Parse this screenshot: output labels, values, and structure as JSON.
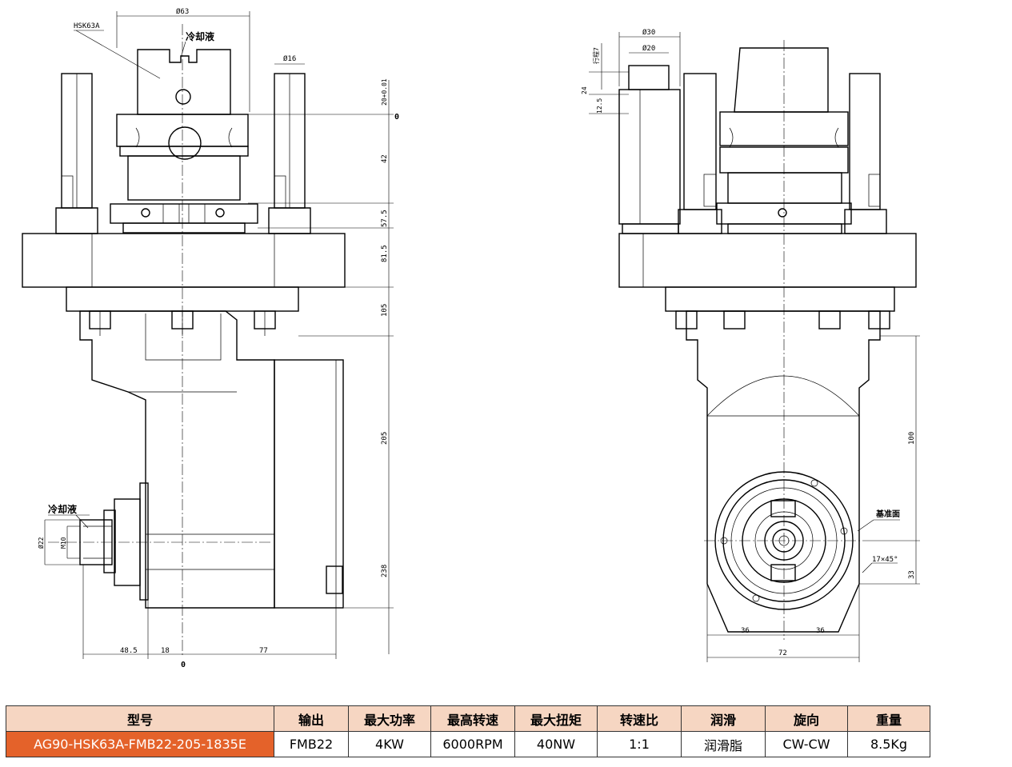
{
  "drawing": {
    "labels": {
      "hsk": "HSK63A",
      "coolant_top": "冷却液",
      "coolant_side": "冷却液",
      "dia63": "Ø63",
      "dia16": "Ø16",
      "dia30": "Ø30",
      "dia20": "Ø20",
      "stroke": "行程7",
      "datum": "基准面",
      "chamfer": "17×45°",
      "zero_right": "0",
      "zero_bottom": "0",
      "m10": "M10",
      "d22": "Ø22"
    },
    "dims_front": {
      "d20": "20+0.01",
      "d42": "42",
      "d57": "57.5",
      "d81": "81.5",
      "d105": "105",
      "d205": "205",
      "d238": "238",
      "b48": "48.5",
      "b18": "18",
      "b77": "77"
    },
    "dims_side": {
      "d24": "24",
      "d12": "12.5",
      "d100": "100",
      "d33": "33",
      "b36a": "36",
      "b36b": "36",
      "b72": "72"
    }
  },
  "spec_table": {
    "headers": [
      "型号",
      "输出",
      "最大功率",
      "最高转速",
      "最大扭矩",
      "转速比",
      "润滑",
      "旋向",
      "重量"
    ],
    "row": [
      "AG90-HSK63A-FMB22-205-1835E",
      "FMB22",
      "4KW",
      "6000RPM",
      "40NW",
      "1:1",
      "润滑脂",
      "CW-CW",
      "8.5Kg"
    ]
  },
  "colors": {
    "header_bg": "#f6d6c2",
    "model_bg": "#e4622a"
  }
}
